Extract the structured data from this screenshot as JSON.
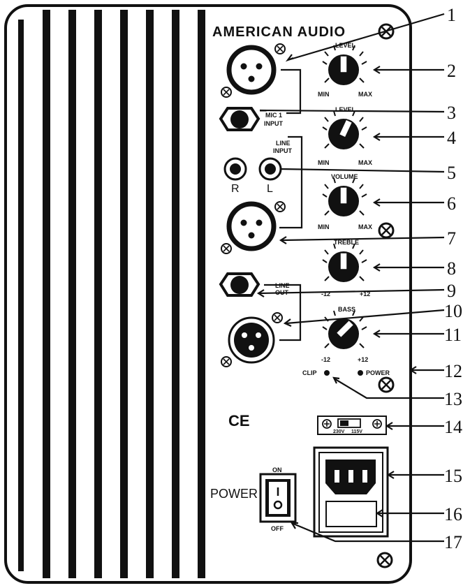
{
  "brand": "AMERICAN AUDIO",
  "labels": {
    "mic_level": "LEVEL",
    "mic_min": "MIN",
    "mic_max": "MAX",
    "mic_input": [
      "MIC 1",
      "INPUT"
    ],
    "line_level": "LEVEL",
    "line_min": "MIN",
    "line_max": "MAX",
    "line_input": [
      "LINE",
      "INPUT"
    ],
    "rca_r": "R",
    "rca_l": "L",
    "volume": "VOLUME",
    "volume_min": "MIN",
    "volume_max": "MAX",
    "treble": "TREBLE",
    "treble_min": "-12",
    "treble_max": "+12",
    "line_out": [
      "LINE",
      "OUT"
    ],
    "bass": "BASS",
    "bass_min": "-12",
    "bass_max": "+12",
    "clip": "CLIP",
    "power_led": "POWER",
    "volt_230": "230V",
    "volt_115": "115V",
    "ce_mark": "CE",
    "power_switch": "POWER",
    "switch_on": "ON",
    "switch_off": "OFF"
  },
  "callouts": [
    "1",
    "2",
    "3",
    "4",
    "5",
    "6",
    "7",
    "8",
    "9",
    "10",
    "11",
    "12",
    "13",
    "14",
    "15",
    "16",
    "17"
  ]
}
